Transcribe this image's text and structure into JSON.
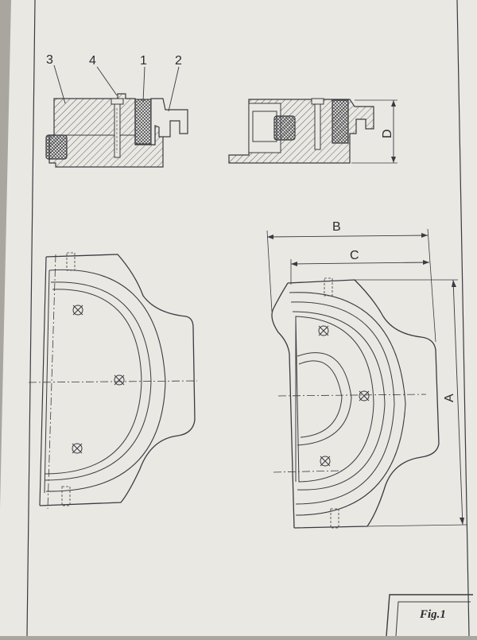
{
  "callouts": {
    "part1": "1",
    "part2": "2",
    "part3": "3",
    "part4": "4"
  },
  "dimensions": {
    "a": "A",
    "b": "B",
    "c": "C",
    "d": "D"
  },
  "figure_label": "Fig.1",
  "colors": {
    "paper": "#e9e8e3",
    "line": "#3a3b40",
    "background": "#a9a6a0"
  }
}
